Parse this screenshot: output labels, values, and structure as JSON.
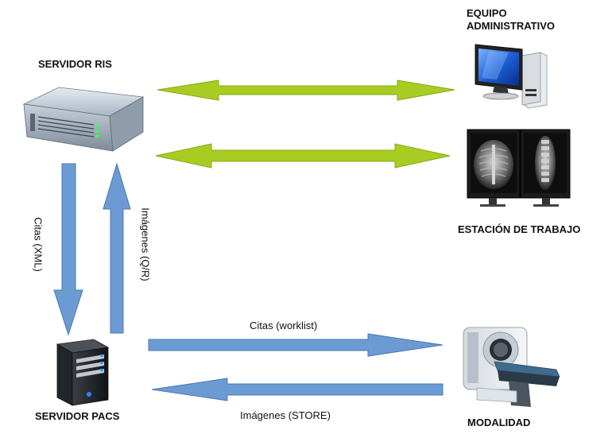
{
  "nodes": {
    "ris": "SERVIDOR RIS",
    "admin_line1": "EQUIPO",
    "admin_line2": "ADMINISTRATIVO",
    "workstation": "ESTACIÓN DE TRABAJO",
    "pacs": "SERVIDOR PACS",
    "modality": "MODALIDAD"
  },
  "edges": {
    "ris_to_pacs": "Citas (XML)",
    "pacs_to_ris": "Imágenes (Q/R)",
    "pacs_to_modality": "Citas (worklist)",
    "modality_to_pacs": "Imágenes (STORE)"
  },
  "colors": {
    "green_arrow": "#a8cc22",
    "blue_arrow": "#6b9bd2",
    "arrow_stroke": "#4a78b0"
  },
  "icons": [
    "server-icon",
    "desktop-computer-icon",
    "dual-monitor-xray-icon",
    "tower-server-icon",
    "ct-scanner-icon"
  ]
}
